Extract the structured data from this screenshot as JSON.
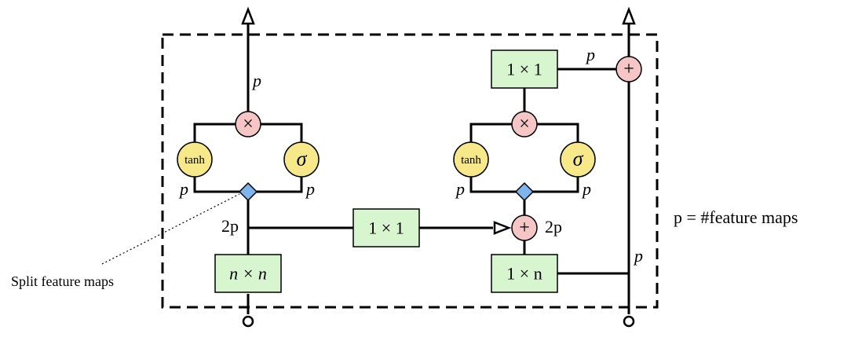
{
  "labels": {
    "p": "p",
    "two_p": "2p",
    "one_by_one": "1 × 1",
    "n_by_n": "n × n",
    "one_by_n": "1 × n",
    "tanh": "tanh",
    "sigma": "σ",
    "multiply": "×",
    "plus": "+",
    "legend": "p = #feature maps",
    "split": "Split feature maps"
  },
  "colors": {
    "box_fill": "#d7f5cf",
    "gate_fill": "#f7e98a",
    "op_fill": "#f6c6c6",
    "split_fill": "#7fb5ef"
  }
}
